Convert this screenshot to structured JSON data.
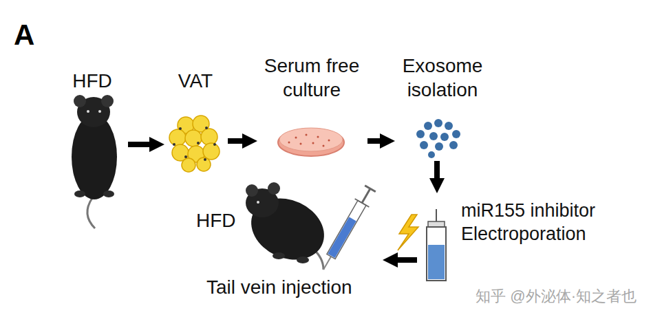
{
  "diagram": {
    "nodes": [
      {
        "text": [
          "HFD"
        ]
      },
      {
        "text": [
          "VAT"
        ]
      },
      {
        "text": [
          "Serum free culture"
        ]
      },
      {
        "text": [
          "Exosome isolation"
        ]
      },
      {
        "text": [
          "miR155 inhibitor Electroporation"
        ]
      },
      {
        "text": [
          "HFD",
          "Tail vein injection"
        ]
      }
    ],
    "edges": [
      {
        "from": 0,
        "to": 1,
        "arrow": "to"
      },
      {
        "from": 1,
        "to": 2,
        "arrow": "to"
      },
      {
        "from": 2,
        "to": 3,
        "arrow": "to"
      },
      {
        "from": 3,
        "to": 4,
        "arrow": "to"
      },
      {
        "from": 4,
        "to": 5,
        "arrow": "to"
      }
    ],
    "labels": [
      "A",
      "知乎 @外泌体·知之者也"
    ]
  }
}
